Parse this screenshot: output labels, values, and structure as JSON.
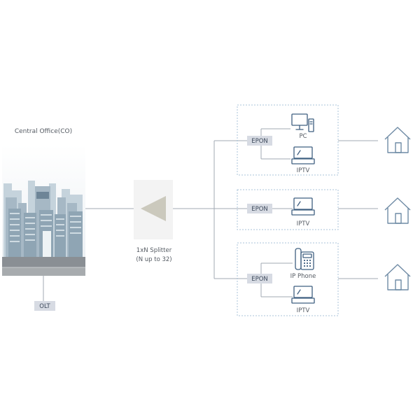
{
  "central_office": {
    "title": "Central Office(CO)",
    "olt_label": "OLT"
  },
  "splitter": {
    "line1": "1xN Splitter",
    "line2": "(N up to 32)"
  },
  "groups": [
    {
      "epon_label": "EPON",
      "devices": [
        {
          "icon": "pc-icon",
          "label": "PC"
        },
        {
          "icon": "tv-icon",
          "label": "IPTV"
        }
      ]
    },
    {
      "epon_label": "EPON",
      "devices": [
        {
          "icon": "tv-icon",
          "label": "IPTV"
        }
      ]
    },
    {
      "epon_label": "EPON",
      "devices": [
        {
          "icon": "phone-icon",
          "label": "IP Phone"
        },
        {
          "icon": "tv-icon",
          "label": "IPTV"
        }
      ]
    }
  ],
  "colors": {
    "line": "#a2aab3",
    "label_box": "#d7dbe3",
    "device_stroke": "#3f5f80",
    "house_stroke": "#6f8ba5",
    "group_border": "#a9c3da"
  }
}
